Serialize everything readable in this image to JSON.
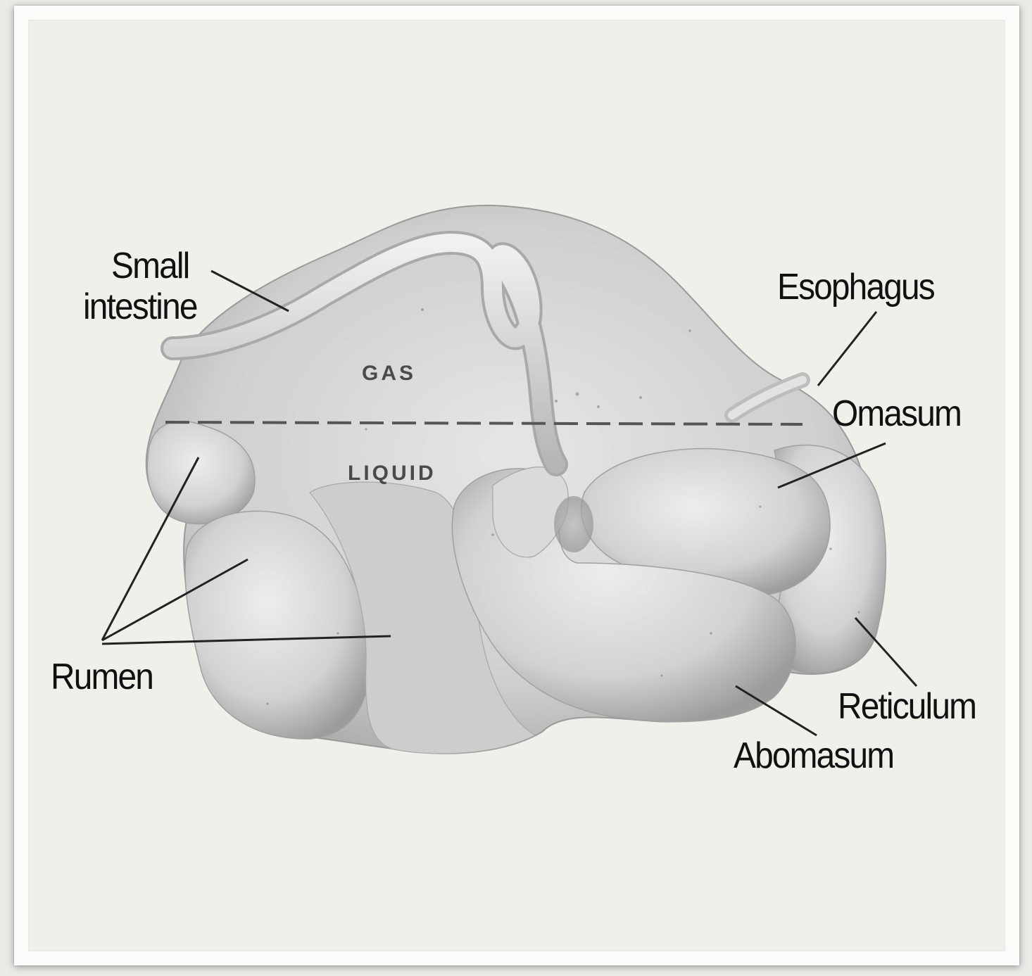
{
  "diagram": {
    "labels": {
      "small_intestine_line1": "Small",
      "small_intestine_line2": "intestine",
      "esophagus": "Esophagus",
      "omasum": "Omasum",
      "rumen": "Rumen",
      "reticulum": "Reticulum",
      "abomasum": "Abomasum"
    },
    "regions": {
      "gas": "GAS",
      "liquid": "LIQUID"
    }
  },
  "colors": {
    "background": "#ebeae6",
    "paper": "#f1efea",
    "label_text": "#111111",
    "organ_fill": "#d4d4d4",
    "leader_line": "#222222"
  }
}
